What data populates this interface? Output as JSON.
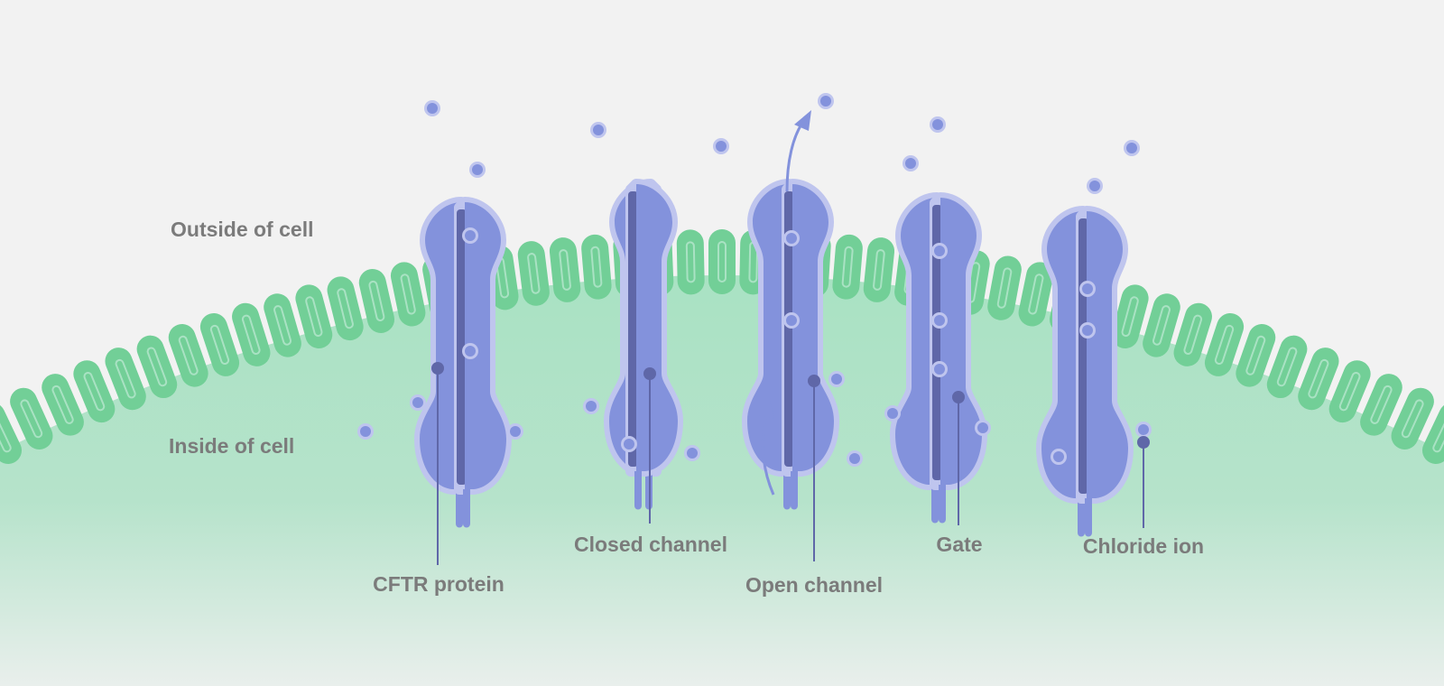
{
  "labels": {
    "outside": "Outside of cell",
    "inside": "Inside of cell",
    "cftr_protein": "CFTR protein",
    "closed_channel": "Closed channel",
    "open_channel": "Open channel",
    "gate": "Gate",
    "chloride_ion": "Chloride ion"
  },
  "colors": {
    "background": "#f2f2f2",
    "cell_interior_top": "#a9e2c3",
    "cell_interior_bottom": "#e9efec",
    "membrane_lipid": "#72cf97",
    "protein_body": "#8392dc",
    "protein_halo": "#bfc5ee",
    "protein_dark": "#5f67a8",
    "leader_line": "#5f67a8",
    "label_text": "#7b7b7b"
  }
}
